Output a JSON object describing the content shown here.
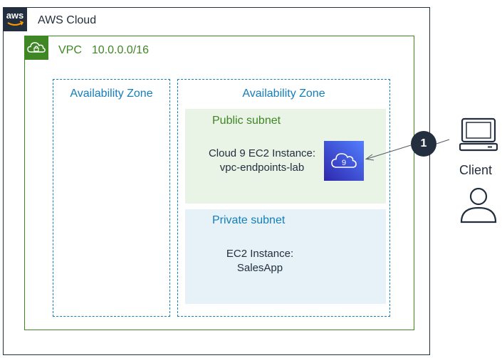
{
  "aws_cloud": {
    "label": "AWS Cloud",
    "logo_text": "aws",
    "border_color": "#232f3e"
  },
  "vpc": {
    "label": "VPC",
    "cidr": "10.0.0.0/16",
    "color": "#3f8624"
  },
  "availability_zones": [
    {
      "label": "Availability Zone"
    },
    {
      "label": "Availability Zone"
    }
  ],
  "public_subnet": {
    "label": "Public subnet",
    "instance_line1": "Cloud 9 EC2 Instance:",
    "instance_line2": "vpc-endpoints-lab",
    "icon_glyph": "9"
  },
  "private_subnet": {
    "label": "Private subnet",
    "instance_line1": "EC2 Instance:",
    "instance_line2": "SalesApp"
  },
  "step_badge": "1",
  "client": {
    "label": "Client"
  },
  "icons": [
    "aws-logo",
    "vpc-lock-cloud-icon",
    "cloud9-icon",
    "laptop-icon",
    "user-icon"
  ],
  "colors": {
    "az": "#147eba",
    "public_bg": "#e9f3e6",
    "private_bg": "#e6f2f8",
    "dark": "#232f3e"
  }
}
